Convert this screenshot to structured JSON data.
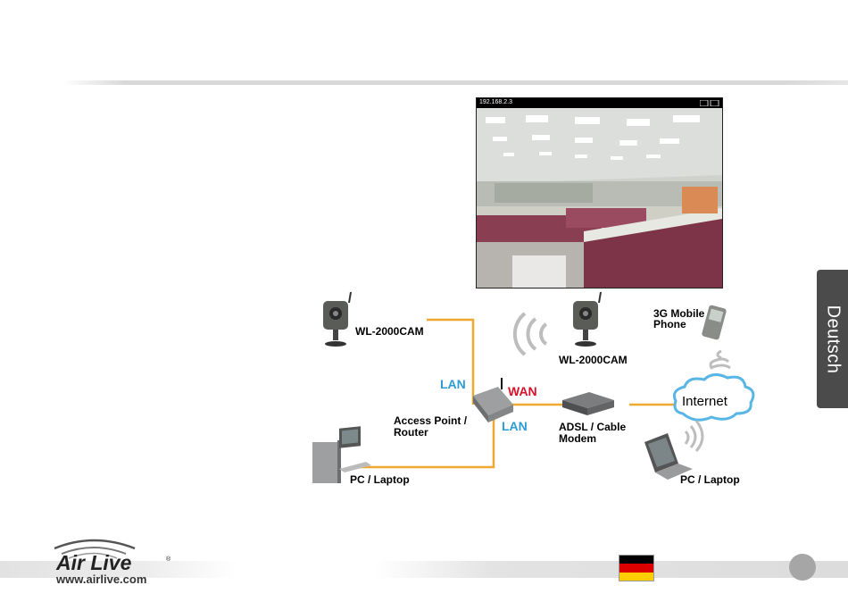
{
  "camera_view": {
    "ip": "192.168.2.3"
  },
  "side_tab": {
    "label": "Deutsch"
  },
  "diagram": {
    "cam_left_label": "WL-2000CAM",
    "cam_wireless_label": "WL-2000CAM",
    "phone_label_line1": "3G Mobile",
    "phone_label_line2": "Phone",
    "lan_top": "LAN",
    "wan": "WAN",
    "lan_bottom": "LAN",
    "router_line1": "Access Point /",
    "router_line2": "Router",
    "modem_line1": "ADSL / Cable",
    "modem_line2": "Modem",
    "internet": "Internet",
    "pc_left_label": "PC / Laptop",
    "laptop_label": "PC / Laptop",
    "link_color": "#f0a830"
  },
  "footer": {
    "brand": "Air Live",
    "website": "www.airlive.com",
    "flag_colors": [
      "#000000",
      "#dd0000",
      "#ffce00"
    ]
  }
}
